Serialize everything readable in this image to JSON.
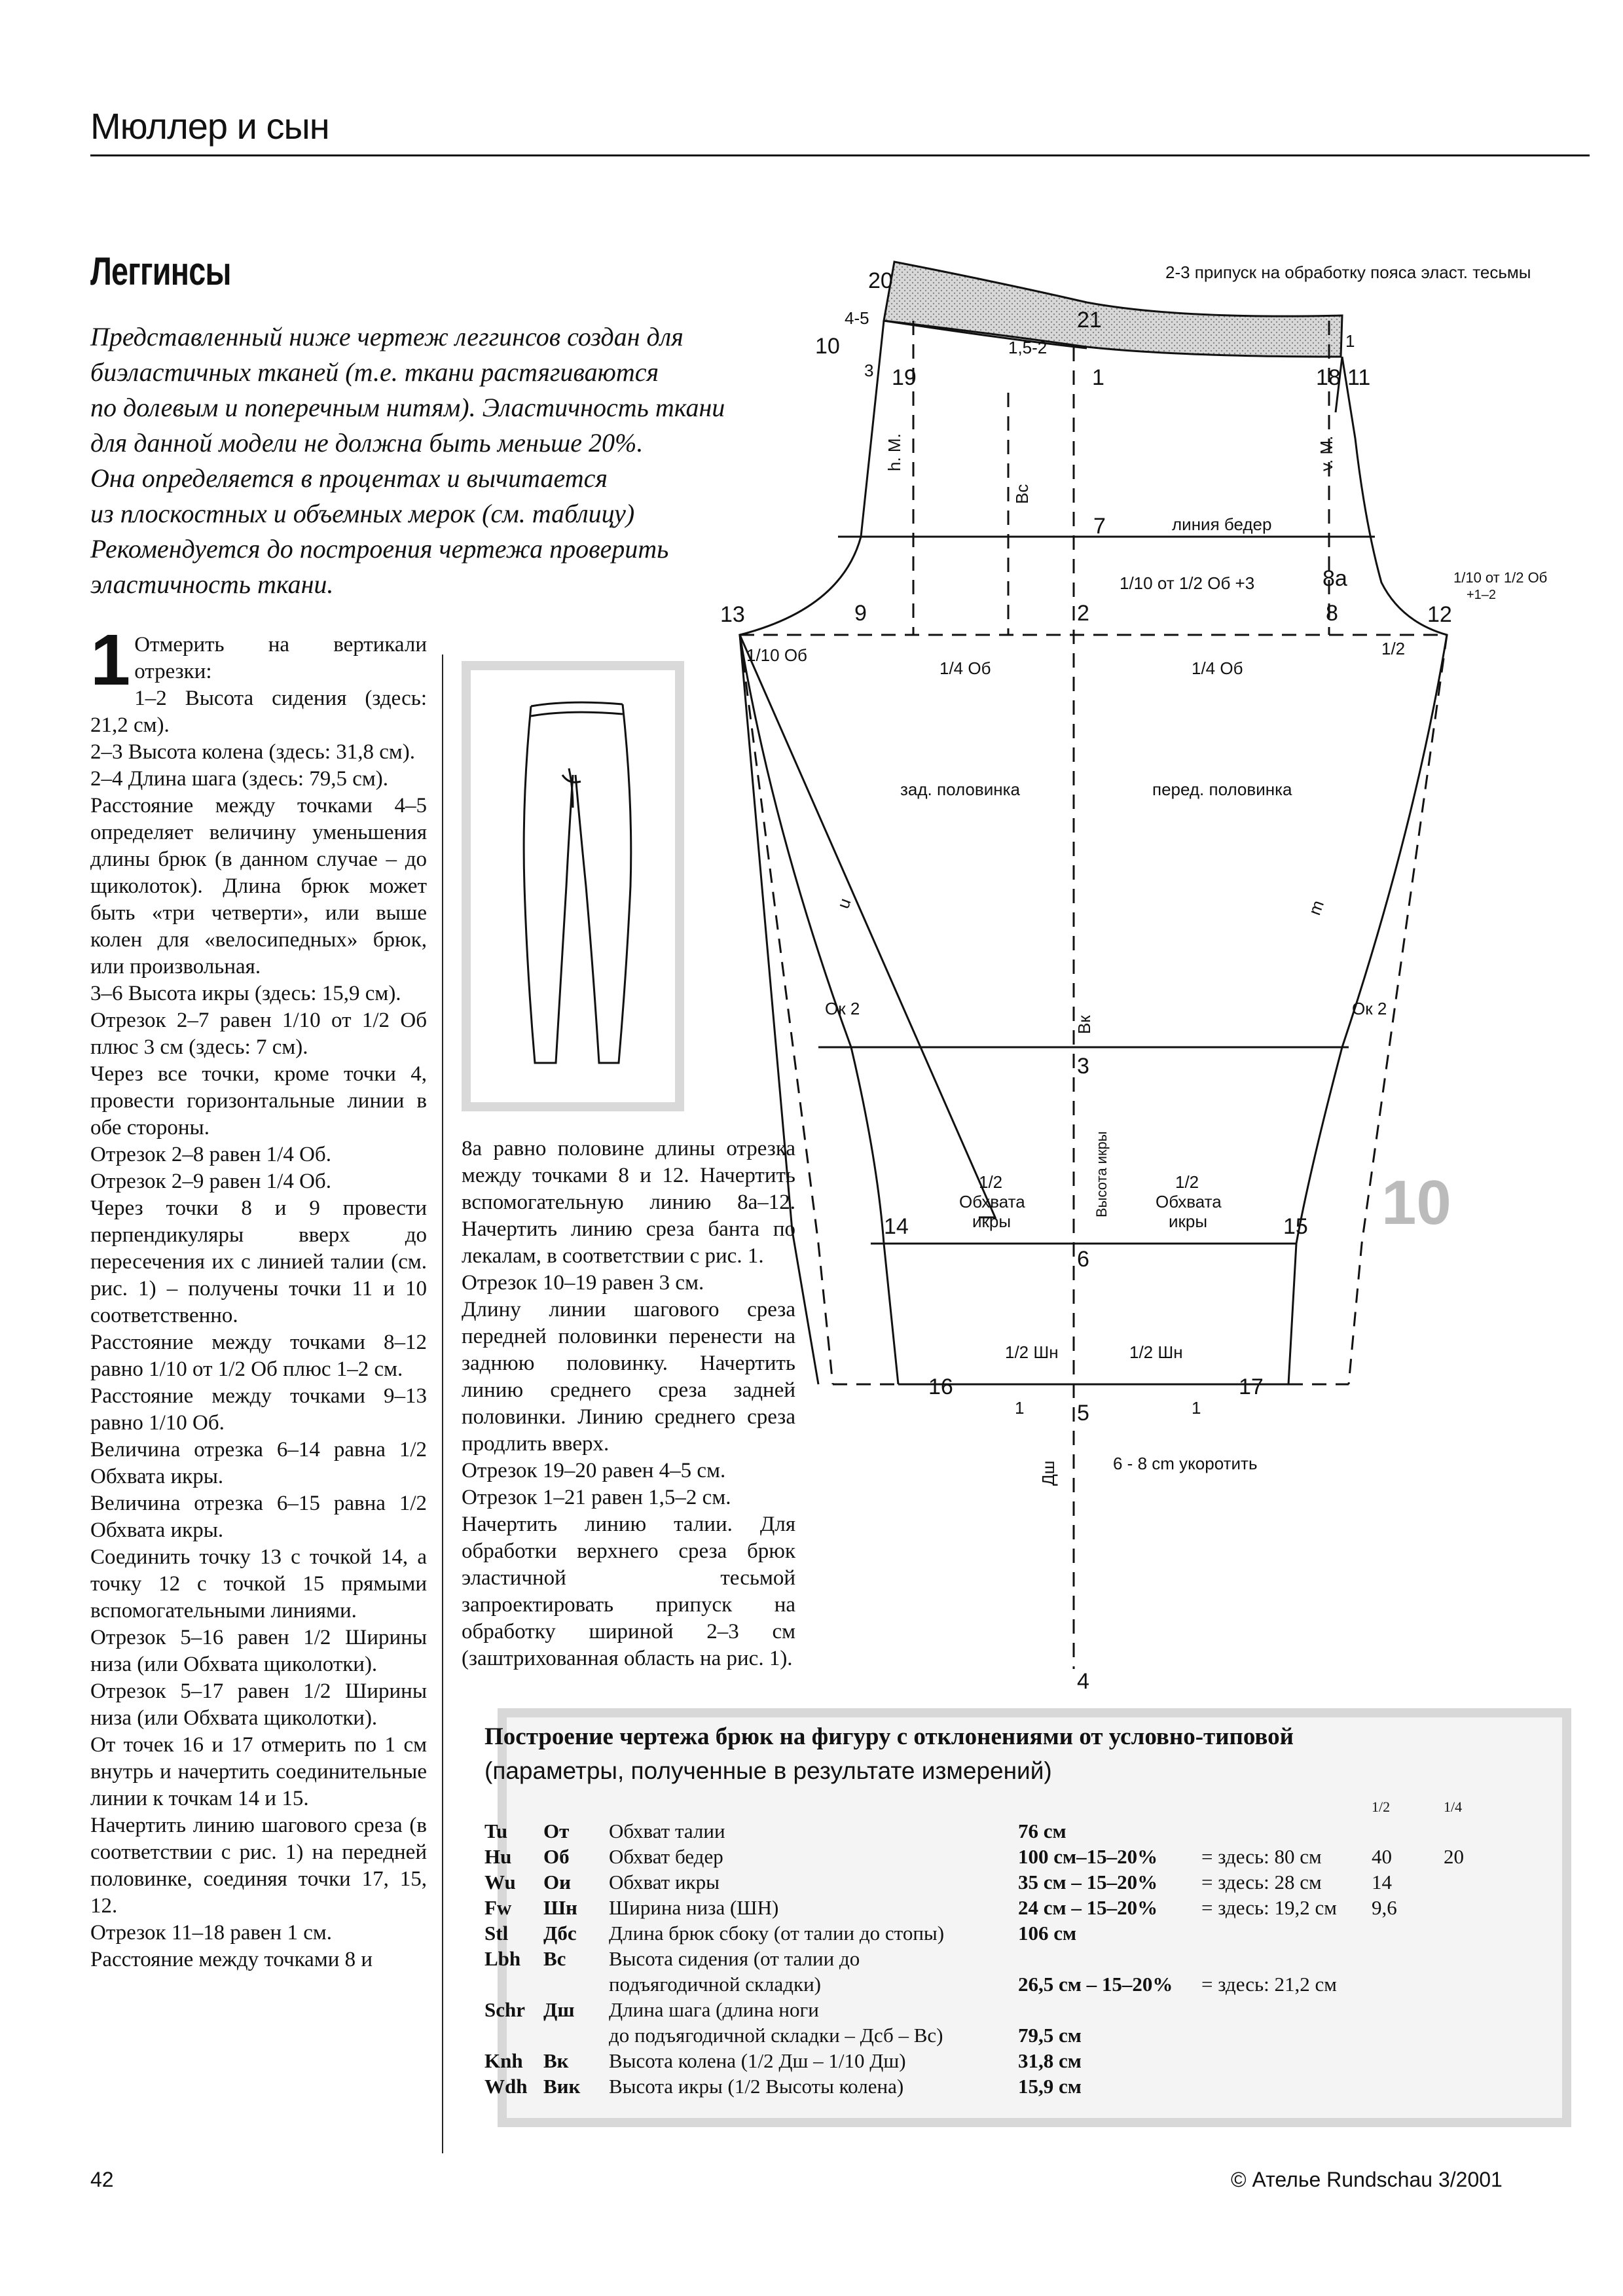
{
  "header": {
    "title": "Мюллер и сын"
  },
  "article": {
    "title": "Леггинсы",
    "intro_lines": [
      "Представленный ниже чертеж леггинсов создан для",
      "биэластичных тканей (т.е. ткани растягиваются",
      "по долевым и поперечным нитям). Эластичность ткани",
      "для данной модели не должна быть меньше 20%.",
      "Она определяется в процентах и вычитается",
      "из плоскостных и объемных мерок (см. таблицу)",
      "Рекомендуется до построения чертежа проверить",
      "эластичность ткани."
    ],
    "step_number": "1",
    "col1": [
      "Отмерить на вертикали отрезки:",
      "1–2 Высота сидения (здесь: 21,2 см).",
      "2–3 Высота колена (здесь: 31,8 см).",
      "2–4 Длина шага (здесь: 79,5 см).",
      "Расстояние между точками 4–5 определяет величину уменьшения длины брюк (в данном случае – до щиколоток). Длина брюк может быть «три четверти», или выше колен для «велосипедных» брюк, или произвольная.",
      "3–6 Высота икры (здесь: 15,9 см).",
      "Отрезок 2–7 равен 1/10 от 1/2 Об плюс 3 см (здесь: 7 см).",
      "Через все точки, кроме точки 4, провести горизонтальные линии в обе стороны.",
      "Отрезок 2–8 равен 1/4 Об.",
      "Отрезок 2–9 равен 1/4 Об.",
      "Через точки 8 и 9 провести перпендикуляры вверх до пересечения их с линией талии (см. рис. 1) – получены точки 11 и 10 соответственно.",
      "Расстояние между точками 8–12 равно 1/10 от 1/2 Об плюс 1–2 см.",
      "Расстояние между точками 9–13 равно 1/10 Об.",
      "Величина отрезка 6–14 равна 1/2 Обхвата икры.",
      "Величина отрезка 6–15 равна 1/2 Обхвата икры.",
      "Соединить точку 13 с точкой 14, а точку 12 с точкой 15 прямыми вспомогательными линиями.",
      "Отрезок 5–16 равен 1/2 Ширины низа (или Обхвата щиколотки).",
      "Отрезок 5–17 равен 1/2 Ширины низа (или Обхвата щиколотки).",
      "От точек 16 и 17 отмерить по 1 см внутрь и начертить соединительные линии к точкам 14 и 15.",
      "Начертить линию шагового среза (в соответствии с рис. 1) на передней половинке, соединяя точки 17, 15, 12.",
      "Отрезок 11–18 равен 1 см.",
      "Расстояние между точками 8 и"
    ],
    "col2": [
      "8а равно половине длины отрезка между точками 8 и 12. Начертить вспомогательную линию 8а–12. Начертить линию среза банта по лекалам, в соответствии с рис. 1.",
      "Отрезок 10–19 равен 3 см.",
      "Длину линии шагового среза передней половинки перенести на заднюю половинку. Начертить линию среднего среза задней половинки. Линию среднего среза продлить вверх.",
      "Отрезок 19–20 равен 4–5 см.",
      "Отрезок 1–21 равен 1,5–2 см.",
      "Начертить линию талии. Для обработки верхнего среза брюк эластичной тесьмой запроектировать припуск на обработку шириной 2–3 см (заштрихованная область на рис. 1)."
    ]
  },
  "diagram": {
    "figure_number": "10",
    "points": {
      "p1": "1",
      "p2": "2",
      "p3": "3",
      "p4": "4",
      "p5": "5",
      "p6": "6",
      "p7": "7",
      "p8": "8",
      "p8a": "8a",
      "p9": "9",
      "p10": "10",
      "p11": "11",
      "p12": "12",
      "p13": "13",
      "p14": "14",
      "p15": "15",
      "p16": "16",
      "p17": "17",
      "p18": "18",
      "p19": "19",
      "p20": "20",
      "p21": "21"
    },
    "labels": {
      "waist_allowance": "2-3 припуск на обработку пояса эласт. тесьмы",
      "d_4_5": "4-5",
      "d_3": "3",
      "d_1_5_2": "1,5-2",
      "d_1": "1",
      "hip_line": "линия бедер",
      "hm": "h. M.",
      "vm": "v. M.",
      "vs": "Вс",
      "crotch_front": "1/10 от 1/2 Об +3",
      "crotch_ext": "1/10 от 1/2 Об",
      "crotch_ext2": "+1–2",
      "tenth_ob": "1/10 Об",
      "half": "1/2",
      "quarter_left": "1/4 Об",
      "quarter_right": "1/4 Об",
      "back_half": "зад. половинка",
      "front_half": "перед. половинка",
      "u": "u",
      "m": "m",
      "ok_left": "Ок 2",
      "ok_right": "Ок 2",
      "vk": "Вк",
      "calf_height": "Высота икры",
      "calf_half_left": [
        "1/2",
        "Обхвата",
        "икры"
      ],
      "calf_half_right": [
        "1/2",
        "Обхвата",
        "икры"
      ],
      "hem_left": "1/2 Шн",
      "hem_right": "1/2 Шн",
      "one_left": "1",
      "one_right": "1",
      "dsh": "Дш",
      "shorten": "6 - 8 cm укоротить"
    }
  },
  "table": {
    "title": "Построение чертежа брюк на фигуру с отклонениями от условно-типовой",
    "subtitle": "(параметры, полученные в результате измерений)",
    "col_half": "1/2",
    "col_quarter": "1/4",
    "rows": [
      {
        "code": "Tu",
        "ru": "От",
        "name": "Обхват талии",
        "value": "76 см",
        "here": "",
        "half": "",
        "quarter": ""
      },
      {
        "code": "Hu",
        "ru": "Об",
        "name": "Обхват бедер",
        "value": "100 см–15–20%",
        "here": "= здесь: 80 см",
        "half": "40",
        "quarter": "20"
      },
      {
        "code": "Wu",
        "ru": "Ои",
        "name": "Обхват икры",
        "value": "35 см – 15–20%",
        "here": "= здесь: 28 см",
        "half": "14",
        "quarter": ""
      },
      {
        "code": "Fw",
        "ru": "Шн",
        "name": "Ширина низа (ШН)",
        "value": "24 см – 15–20%",
        "here": "= здесь: 19,2 см",
        "half": "9,6",
        "quarter": ""
      },
      {
        "code": "Stl",
        "ru": "Дбс",
        "name": "Длина брюк сбоку (от талии до стопы)",
        "value": "106 см",
        "here": "",
        "half": "",
        "quarter": ""
      },
      {
        "code": "Lbh",
        "ru": "Вс",
        "name": "Высота сидения (от талии до",
        "value": "",
        "here": "",
        "half": "",
        "quarter": ""
      },
      {
        "code": "",
        "ru": "",
        "name": "подъягодичной складки)",
        "value": "26,5 см – 15–20%",
        "here": "= здесь: 21,2 см",
        "half": "",
        "quarter": ""
      },
      {
        "code": "Schr",
        "ru": "Дш",
        "name": "Длина шага (длина ноги",
        "value": "",
        "here": "",
        "half": "",
        "quarter": ""
      },
      {
        "code": "",
        "ru": "",
        "name": "до подъягодичной складки – Дсб – Вс)",
        "value": "79,5 см",
        "here": "",
        "half": "",
        "quarter": ""
      },
      {
        "code": "Knh",
        "ru": "Вк",
        "name": "Высота колена (1/2 Дш – 1/10 Дш)",
        "value": "31,8 см",
        "here": "",
        "half": "",
        "quarter": ""
      },
      {
        "code": "Wdh",
        "ru": "Вик",
        "name": "Высота икры (1/2 Высоты колена)",
        "value": "15,9 см",
        "here": "",
        "half": "",
        "quarter": ""
      }
    ]
  },
  "footer": {
    "page_number": "42",
    "copyright": "© Ателье Rundschau 3/2001"
  }
}
